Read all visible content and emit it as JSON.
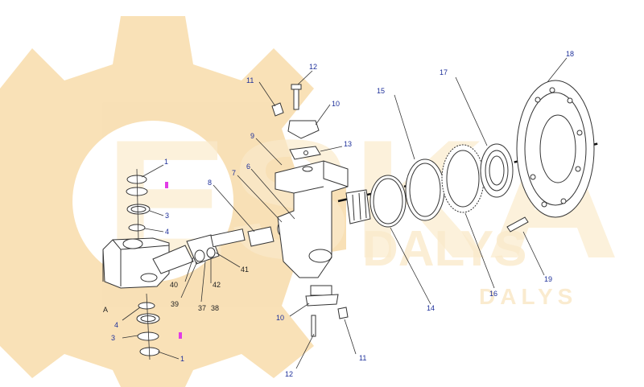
{
  "watermark": {
    "brand": "ESKA",
    "brand_sub": "DALYS",
    "brand_small": "DALYS",
    "color": "#f4c87c"
  },
  "view_label": "A",
  "callouts": [
    {
      "id": "c1a",
      "text": "1"
    },
    {
      "id": "c3a",
      "text": "3"
    },
    {
      "id": "c4a",
      "text": "4"
    },
    {
      "id": "c4b",
      "text": "4"
    },
    {
      "id": "c3b",
      "text": "3"
    },
    {
      "id": "c1b",
      "text": "1"
    },
    {
      "id": "c40",
      "text": "40"
    },
    {
      "id": "c39",
      "text": "39"
    },
    {
      "id": "c37",
      "text": "37"
    },
    {
      "id": "c38",
      "text": "38"
    },
    {
      "id": "c42",
      "text": "42"
    },
    {
      "id": "c41",
      "text": "41"
    },
    {
      "id": "c8",
      "text": "8"
    },
    {
      "id": "c7",
      "text": "7"
    },
    {
      "id": "c6",
      "text": "6"
    },
    {
      "id": "c9",
      "text": "9"
    },
    {
      "id": "c11a",
      "text": "11"
    },
    {
      "id": "c12a",
      "text": "12"
    },
    {
      "id": "c10a",
      "text": "10"
    },
    {
      "id": "c13",
      "text": "13"
    },
    {
      "id": "c10b",
      "text": "10"
    },
    {
      "id": "c11b",
      "text": "11"
    },
    {
      "id": "c12b",
      "text": "12"
    },
    {
      "id": "c15",
      "text": "15"
    },
    {
      "id": "c14",
      "text": "14"
    },
    {
      "id": "c17",
      "text": "17"
    },
    {
      "id": "c16",
      "text": "16"
    },
    {
      "id": "c18",
      "text": "18"
    },
    {
      "id": "c19",
      "text": "19"
    }
  ]
}
